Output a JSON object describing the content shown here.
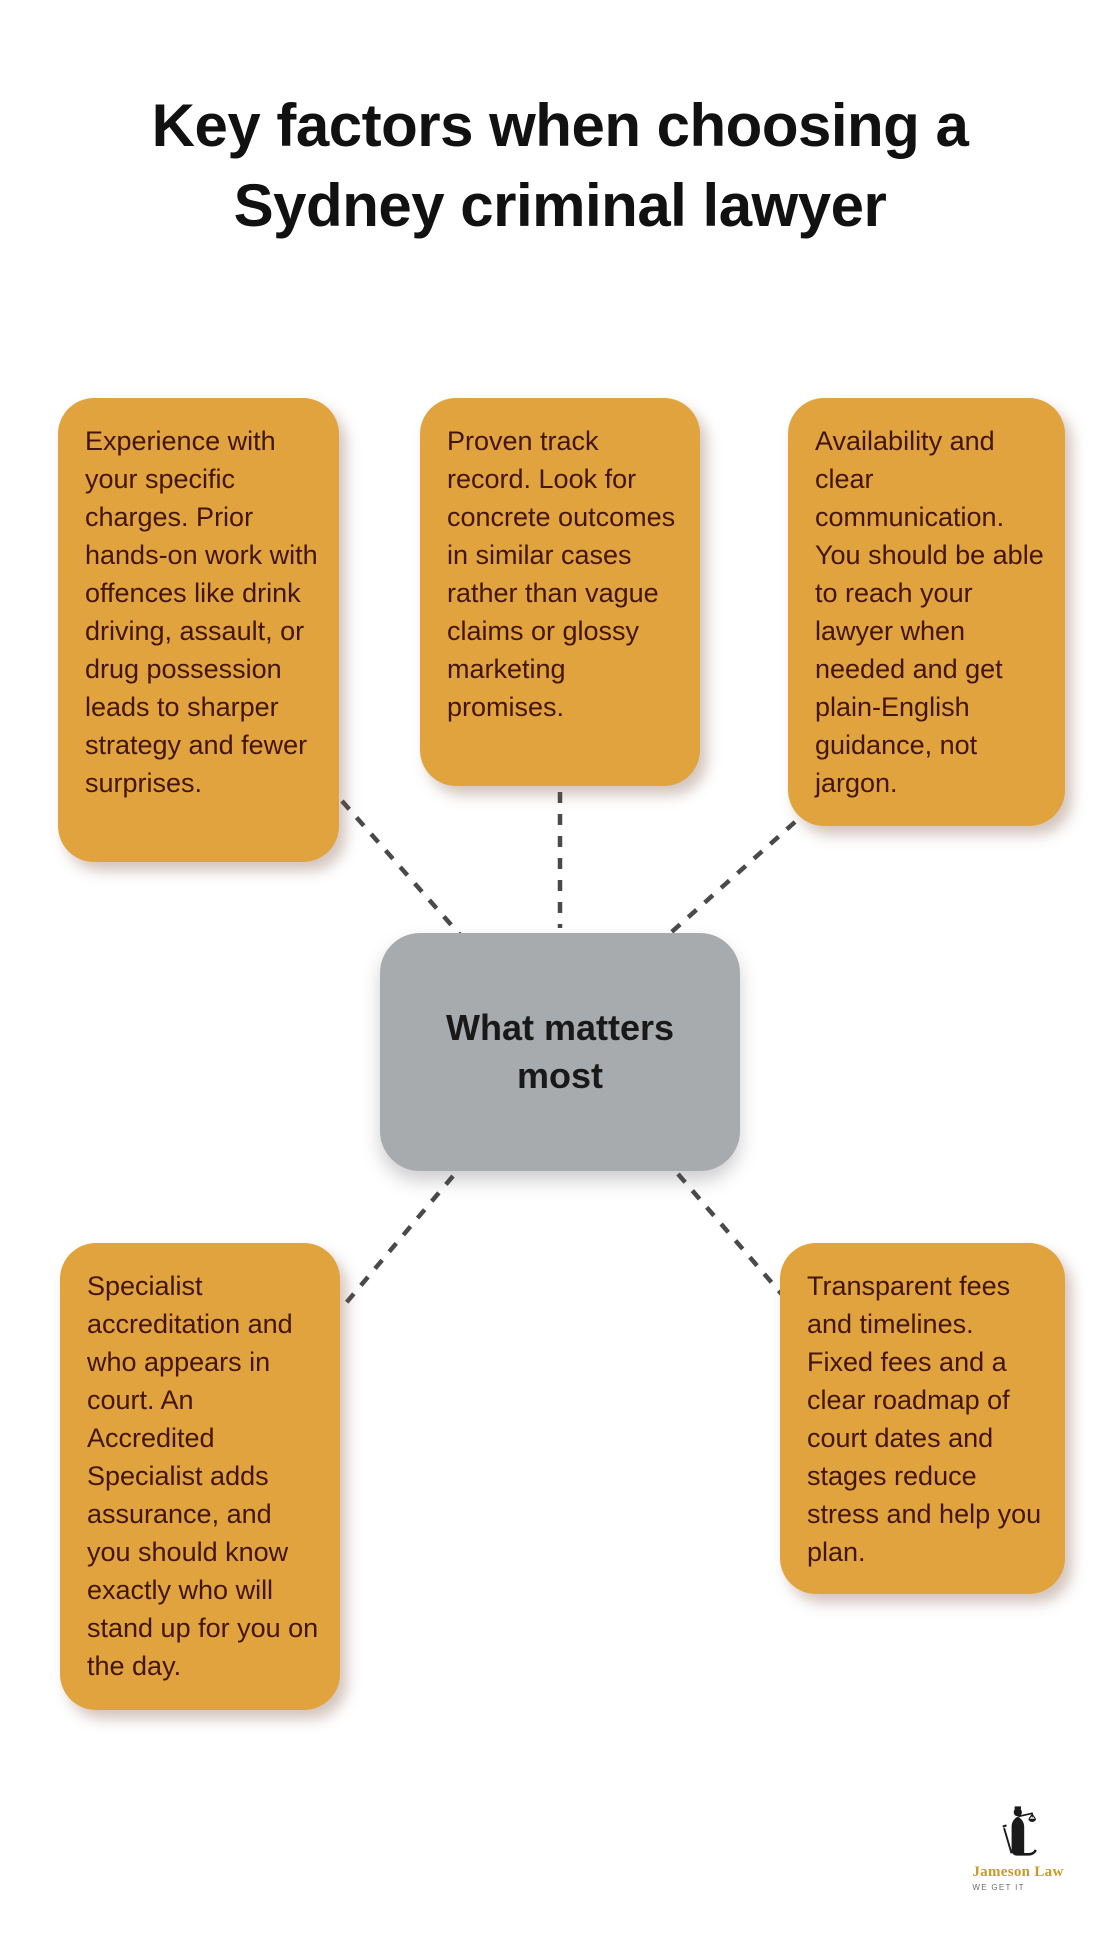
{
  "title": {
    "text": "Key factors when choosing a Sydney criminal lawyer",
    "line1": "Key factors when choosing a",
    "line2": "Sydney criminal lawyer"
  },
  "center_node": {
    "label": "What matters most"
  },
  "factors": [
    {
      "id": "experience",
      "text": "Experience with your specific charges. Prior hands-on work with offences like drink driving, assault, or drug possession leads to sharper strategy and fewer surprises."
    },
    {
      "id": "track-record",
      "text": "Proven track record. Look for concrete outcomes in similar cases rather than vague claims or glossy marketing promises."
    },
    {
      "id": "availability",
      "text": "Availability and clear communication. You should be able to reach your lawyer when needed and get plain-English guidance, not jargon."
    },
    {
      "id": "accreditation",
      "text": "Specialist accreditation and who appears in court. An Accredited Specialist adds assurance, and you should know exactly who will stand up for you on the day."
    },
    {
      "id": "fees",
      "text": "Transparent fees and timelines. Fixed fees and a clear roadmap of court dates and stages reduce stress and help you plan."
    }
  ],
  "logo": {
    "brand": "Jameson Law",
    "tagline": "WE GET IT"
  },
  "colors": {
    "factor_box_bg": "#E0A33D",
    "factor_text": "#431510",
    "center_node_bg": "#A7ABAE",
    "center_node_text": "#191919",
    "connector_line": "#4A4A4A",
    "title_text": "#111111",
    "brand_gold": "#C99A25",
    "tagline_gray": "#6E6E6E",
    "background": "#FFFFFF"
  }
}
